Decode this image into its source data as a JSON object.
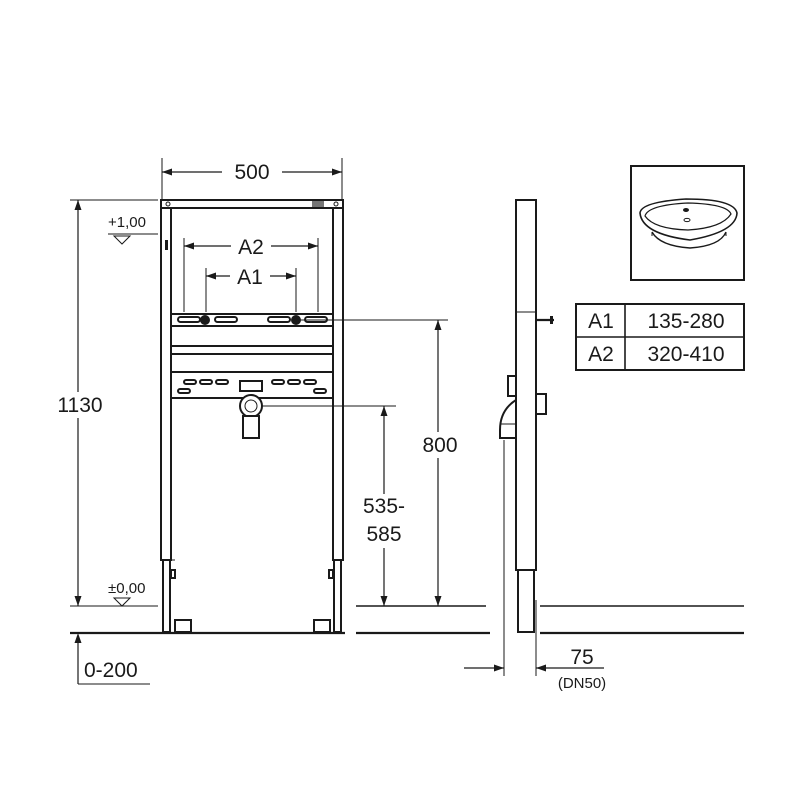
{
  "dimensions": {
    "frame_width": "500",
    "frame_height": "1130",
    "a2_label": "A2",
    "a1_label": "A1",
    "height_800": "800",
    "drain_height_line1": "535-",
    "drain_height_line2": "585",
    "floor_adjust": "0-200",
    "depth": "75",
    "depth_note": "(DN50)"
  },
  "levels": {
    "top_marker": "+1,00",
    "bottom_marker": "±0,00"
  },
  "spec_table": {
    "rows": [
      {
        "label": "A1",
        "value": "135-280"
      },
      {
        "label": "A2",
        "value": "320-410"
      }
    ]
  },
  "icons": {
    "basin_thumbnail": "washbasin-icon"
  }
}
